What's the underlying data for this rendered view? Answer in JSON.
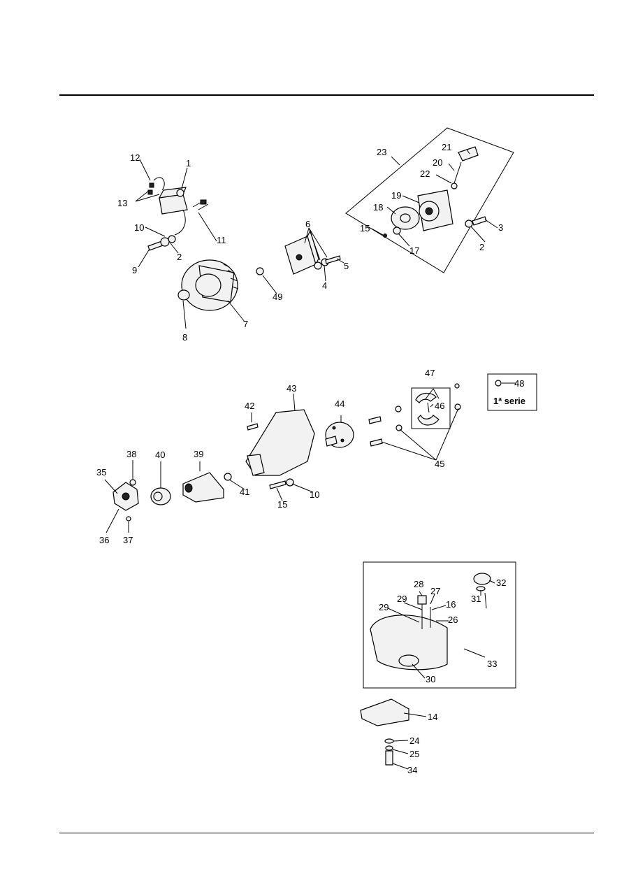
{
  "callouts": [
    {
      "id": "c1",
      "label": "1"
    },
    {
      "id": "c2a",
      "label": "2"
    },
    {
      "id": "c2b",
      "label": "2"
    },
    {
      "id": "c3",
      "label": "3"
    },
    {
      "id": "c4",
      "label": "4"
    },
    {
      "id": "c5",
      "label": "5"
    },
    {
      "id": "c6",
      "label": "6"
    },
    {
      "id": "c7",
      "label": "7"
    },
    {
      "id": "c8",
      "label": "8"
    },
    {
      "id": "c9",
      "label": "9"
    },
    {
      "id": "c10a",
      "label": "10"
    },
    {
      "id": "c10b",
      "label": "10"
    },
    {
      "id": "c11",
      "label": "11"
    },
    {
      "id": "c12",
      "label": "12"
    },
    {
      "id": "c13",
      "label": "13"
    },
    {
      "id": "c14",
      "label": "14"
    },
    {
      "id": "c15a",
      "label": "15"
    },
    {
      "id": "c15b",
      "label": "15"
    },
    {
      "id": "c16",
      "label": "16"
    },
    {
      "id": "c17",
      "label": "17"
    },
    {
      "id": "c18",
      "label": "18"
    },
    {
      "id": "c19",
      "label": "19"
    },
    {
      "id": "c20",
      "label": "20"
    },
    {
      "id": "c21",
      "label": "21"
    },
    {
      "id": "c22",
      "label": "22"
    },
    {
      "id": "c23",
      "label": "23"
    },
    {
      "id": "c24",
      "label": "24"
    },
    {
      "id": "c25",
      "label": "25"
    },
    {
      "id": "c26",
      "label": "26"
    },
    {
      "id": "c27",
      "label": "27"
    },
    {
      "id": "c28",
      "label": "28"
    },
    {
      "id": "c29a",
      "label": "29"
    },
    {
      "id": "c29b",
      "label": "29"
    },
    {
      "id": "c30",
      "label": "30"
    },
    {
      "id": "c31",
      "label": "31"
    },
    {
      "id": "c32",
      "label": "32"
    },
    {
      "id": "c33",
      "label": "33"
    },
    {
      "id": "c34",
      "label": "34"
    },
    {
      "id": "c35",
      "label": "35"
    },
    {
      "id": "c36",
      "label": "36"
    },
    {
      "id": "c37",
      "label": "37"
    },
    {
      "id": "c38",
      "label": "38"
    },
    {
      "id": "c39",
      "label": "39"
    },
    {
      "id": "c40",
      "label": "40"
    },
    {
      "id": "c41",
      "label": "41"
    },
    {
      "id": "c42",
      "label": "42"
    },
    {
      "id": "c43",
      "label": "43"
    },
    {
      "id": "c44",
      "label": "44"
    },
    {
      "id": "c45",
      "label": "45"
    },
    {
      "id": "c46",
      "label": "46"
    },
    {
      "id": "c47",
      "label": "47"
    },
    {
      "id": "c48",
      "label": "48"
    },
    {
      "id": "c49",
      "label": "49"
    }
  ],
  "inset": {
    "callout": "48",
    "note": "1ª serie"
  }
}
